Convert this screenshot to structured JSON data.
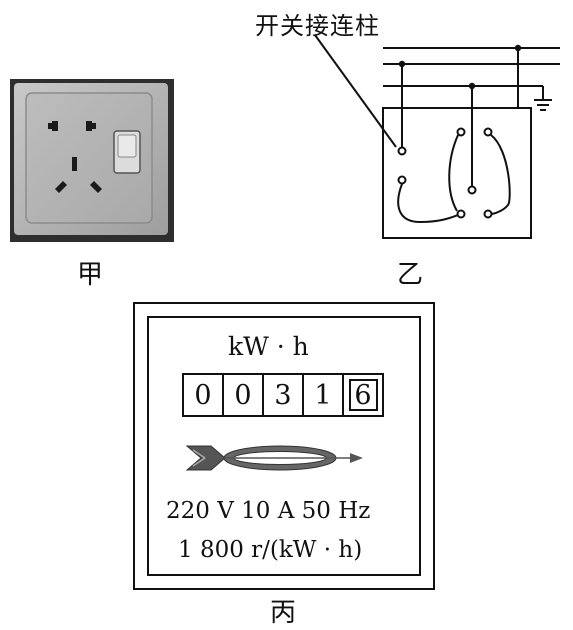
{
  "figure_labels": {
    "jia": "甲",
    "yi": "乙",
    "bing": "丙"
  },
  "circuit": {
    "switch_terminal_label": "开关接连柱"
  },
  "meter": {
    "unit": "kW · h",
    "digits": [
      "0",
      "0",
      "3",
      "1",
      "6"
    ],
    "spec_line_1": "220 V 10 A 50 Hz",
    "spec_line_2": "1 800 r/(kW · h)"
  }
}
